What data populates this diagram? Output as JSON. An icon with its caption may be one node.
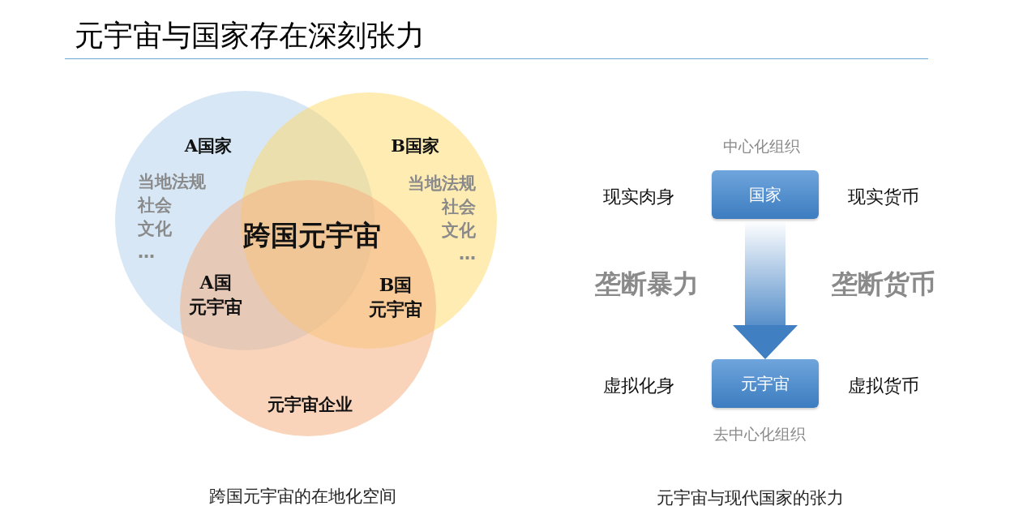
{
  "diagram": {
    "title": "元宇宙与国家存在深刻张力",
    "nodes": [
      {
        "text": [
          "A国家",
          "当地法规社会文化…"
        ]
      },
      {
        "text": [
          "B国家",
          "当地法规社会文化…"
        ]
      },
      {
        "text": [
          "元宇宙企业"
        ]
      },
      {
        "text": [
          "国家"
        ],
        "beside": [
          "中心化组织"
        ]
      },
      {
        "text": [
          "元宇宙"
        ],
        "beside": [
          "去中心化组织"
        ]
      }
    ],
    "edges": [
      {
        "from": 3,
        "to": 4,
        "arrow": "to",
        "style": "thick"
      }
    ],
    "labels": [
      "跨国元宇宙",
      "A国元宇宙",
      "B国元宇宙",
      "现实肉身",
      "现实货币",
      "垄断暴力",
      "垄断货币",
      "虚拟化身",
      "虚拟货币",
      "跨国元宇宙的在地化空间",
      "元宇宙与现代国家的张力"
    ]
  }
}
